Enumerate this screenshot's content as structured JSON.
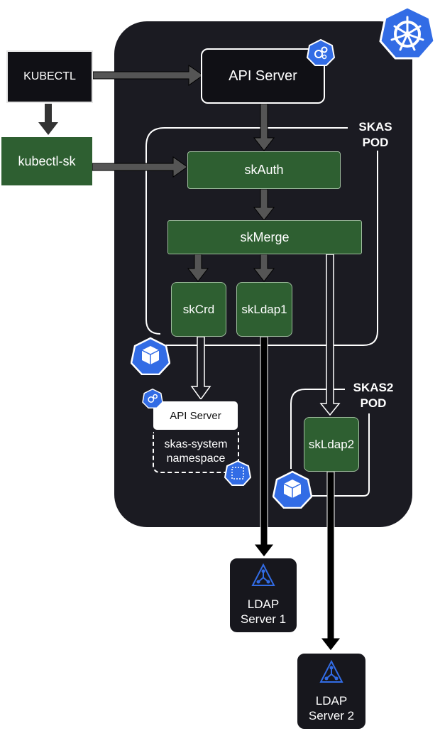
{
  "nodes": {
    "kubectl": "KUBECTL",
    "kubectl_sk": "kubectl-sk",
    "api_server": "API Server",
    "skauth": "skAuth",
    "skmerge": "skMerge",
    "skcrd": "skCrd",
    "skldap1": "skLdap1",
    "skldap2": "skLdap2",
    "api_server_small": "API Server"
  },
  "namespace": {
    "line1": "skas-system",
    "line2": "namespace"
  },
  "pods": {
    "skas_line1": "SKAS",
    "skas_line2": "POD",
    "skas2_line1": "SKAS2",
    "skas2_line2": "POD"
  },
  "ldap": {
    "server1_line1": "LDAP",
    "server1_line2": "Server 1",
    "server2_line1": "LDAP",
    "server2_line2": "Server 2"
  },
  "colors": {
    "cluster_bg": "#1b1b22",
    "green_node": "#2e5f31",
    "k8s_blue": "#326ce5",
    "arrow_gray": "#555555"
  },
  "icons": [
    "kubernetes-logo-icon",
    "control-plane-icon",
    "pod-cube-icon",
    "namespace-icon",
    "ldap-tree-icon"
  ]
}
